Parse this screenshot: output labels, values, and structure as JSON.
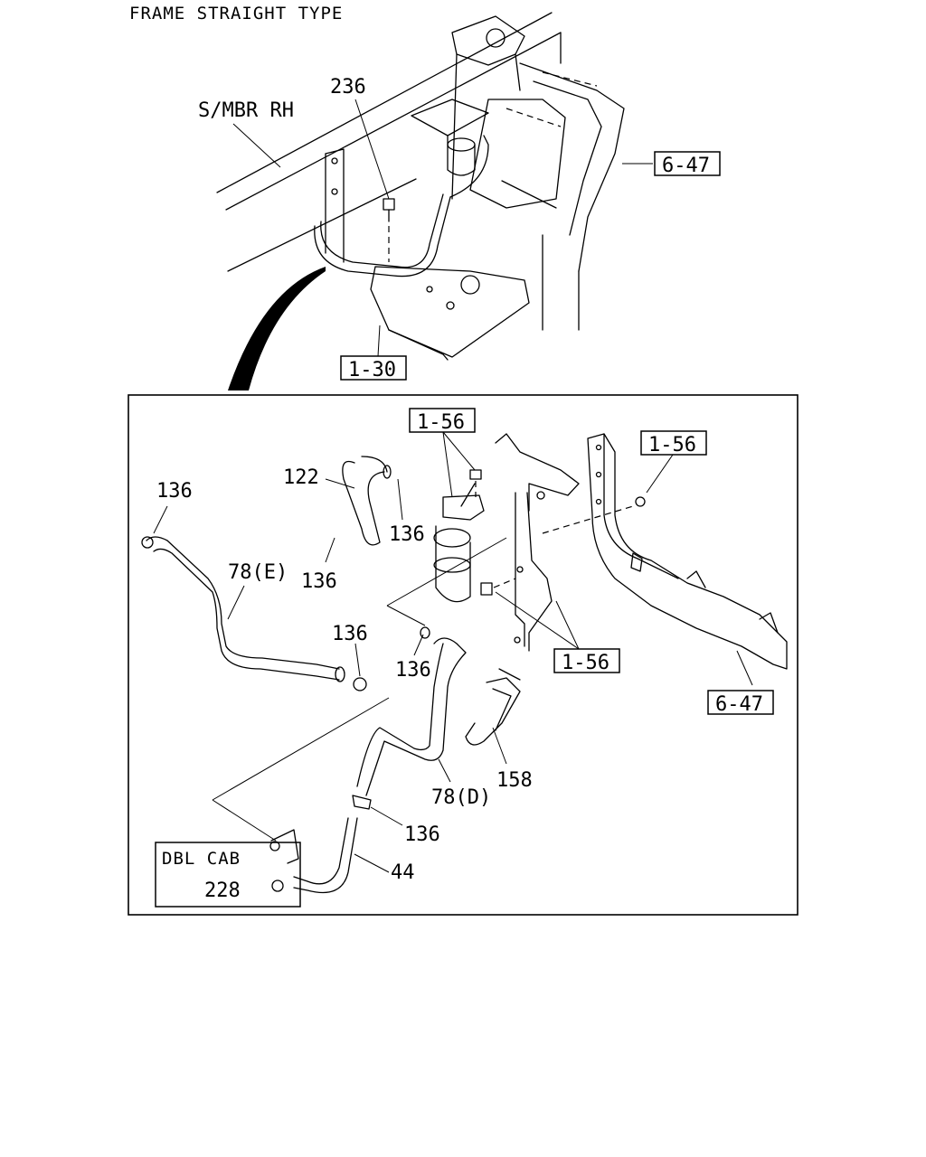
{
  "header": {
    "title": "FRAME STRAIGHT TYPE"
  },
  "overview": {
    "member_label": "S/MBR RH",
    "callouts": {
      "bolt": "236"
    },
    "refs": {
      "frame": "6-47",
      "bracket": "1-30"
    }
  },
  "detail": {
    "refs": {
      "receiver_top": "1-56",
      "nut_right": "1-56",
      "bracket_bottom": "1-56",
      "frame_rail": "6-47"
    },
    "parts": {
      "hose_122": "122",
      "hose_78e": "78(E)",
      "hose_78d": "78(D)",
      "clip_136_a": "136",
      "clip_136_b": "136",
      "clip_136_c": "136",
      "clip_136_d": "136",
      "clip_136_e": "136",
      "clip_136_f": "136",
      "clamp_158": "158",
      "pipe_44": "44"
    },
    "inset": {
      "title": "DBL CAB",
      "part": "228"
    }
  }
}
